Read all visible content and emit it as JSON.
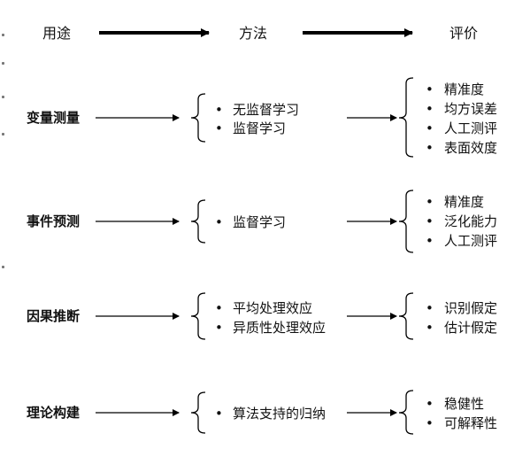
{
  "headers": {
    "use": "用途",
    "method": "方法",
    "evaluation": "评价"
  },
  "rows": [
    {
      "use": "变量测量",
      "methods": [
        "无监督学习",
        "监督学习"
      ],
      "evaluations": [
        "精准度",
        "均方误差",
        "人工测评",
        "表面效度"
      ]
    },
    {
      "use": "事件预测",
      "methods": [
        "监督学习"
      ],
      "evaluations": [
        "精准度",
        "泛化能力",
        "人工测评"
      ]
    },
    {
      "use": "因果推断",
      "methods": [
        "平均处理效应",
        "异质性处理效应"
      ],
      "evaluations": [
        "识别假定",
        "估计假定"
      ]
    },
    {
      "use": "理论构建",
      "methods": [
        "算法支持的归纳"
      ],
      "evaluations": [
        "稳健性",
        "可解释性"
      ]
    }
  ],
  "bullet": "•"
}
